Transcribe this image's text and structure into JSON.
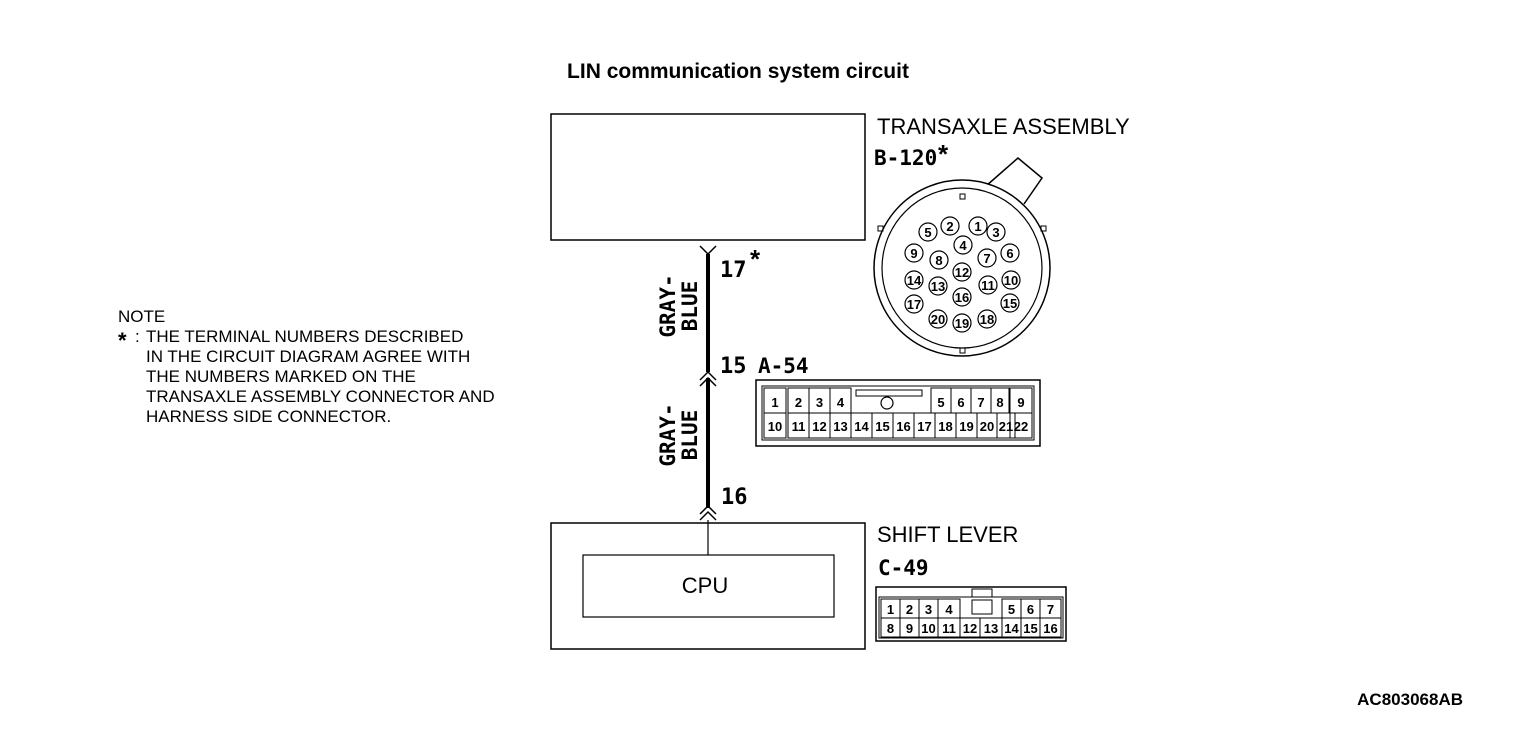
{
  "title": "LIN communication system circuit",
  "transaxle": {
    "label": "TRANSAXLE ASSEMBLY",
    "connector": "B-120",
    "connector_mark": "*",
    "terminal": "17",
    "terminal_mark": "*",
    "pins": [
      "1",
      "2",
      "3",
      "4",
      "5",
      "6",
      "7",
      "8",
      "9",
      "10",
      "11",
      "12",
      "13",
      "14",
      "15",
      "16",
      "17",
      "18",
      "19",
      "20"
    ]
  },
  "wire_upper": {
    "line1": "GRAY-",
    "line2": "BLUE"
  },
  "wire_lower": {
    "line1": "GRAY-",
    "line2": "BLUE"
  },
  "junction": {
    "terminal": "15",
    "connector": "A-54",
    "row1": [
      "1",
      "2",
      "3",
      "4",
      "5",
      "6",
      "7",
      "8",
      "9"
    ],
    "row2": [
      "10",
      "11",
      "12",
      "13",
      "14",
      "15",
      "16",
      "17",
      "18",
      "19",
      "20",
      "21",
      "22"
    ]
  },
  "shift_lever": {
    "label": "SHIFT LEVER",
    "connector": "C-49",
    "terminal": "16",
    "cpu_label": "CPU",
    "row1": [
      "1",
      "2",
      "3",
      "4",
      "5",
      "6",
      "7"
    ],
    "row2": [
      "8",
      "9",
      "10",
      "11",
      "12",
      "13",
      "14",
      "15",
      "16"
    ]
  },
  "note": {
    "heading": "NOTE",
    "mark": "*",
    "separator": ":",
    "lines": [
      "THE TERMINAL NUMBERS DESCRIBED",
      "IN THE CIRCUIT DIAGRAM AGREE WITH",
      "THE NUMBERS MARKED ON THE",
      "TRANSAXLE ASSEMBLY CONNECTOR AND",
      "HARNESS SIDE CONNECTOR."
    ]
  },
  "figure_id": "AC803068AB"
}
